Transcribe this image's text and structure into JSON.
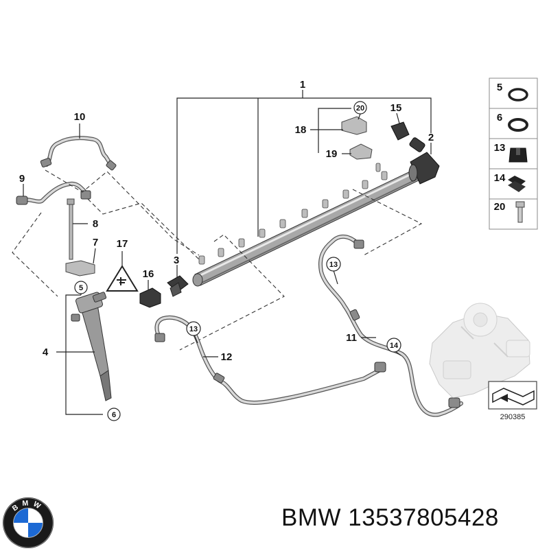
{
  "labels": {
    "n1": "1",
    "n2": "2",
    "n3": "3",
    "n4": "4",
    "n5": "5",
    "n6": "6",
    "n7": "7",
    "n8": "8",
    "n9": "9",
    "n10": "10",
    "n11": "11",
    "n12": "12",
    "n15": "15",
    "n16": "16",
    "n17": "17",
    "n18": "18",
    "n19": "19"
  },
  "circled": {
    "c20": "20",
    "c5": "5",
    "c6": "6",
    "c13a": "13",
    "c13b": "13",
    "c14": "14"
  },
  "legend": {
    "items": [
      "5",
      "6",
      "13",
      "14",
      "20"
    ]
  },
  "reference_number": "290385",
  "caption": {
    "brand": "BMW",
    "part_number": "13537805428"
  },
  "logo": {
    "text": "BMW",
    "colors": {
      "ring": "#1a1a1a",
      "blue": "#1c69d4",
      "white": "#ffffff"
    }
  }
}
